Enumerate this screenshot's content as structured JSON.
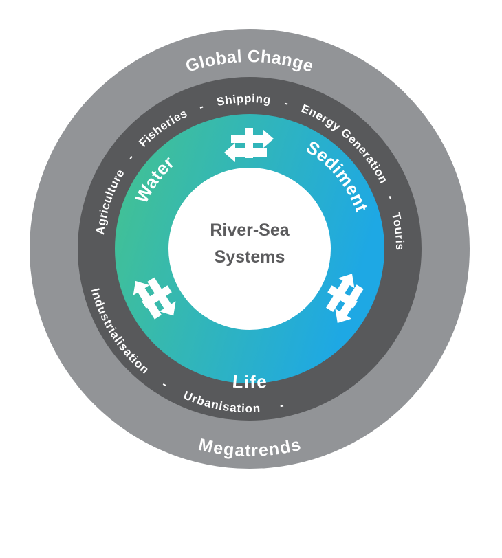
{
  "outer_ring": {
    "top_label": "Global Change",
    "bottom_label": "Megatrends"
  },
  "middle_ring": {
    "top_text": [
      "Agriculture",
      "-",
      "Fisheries",
      "-",
      "Shipping",
      "-",
      "Energy Generation",
      "-",
      "Tourism"
    ],
    "bottom_text": [
      "Industrialisation",
      "-",
      "Urbanisation",
      "-"
    ]
  },
  "inner_ring": {
    "segments": [
      "Water",
      "Sediment",
      "Life"
    ]
  },
  "center": {
    "line1": "River-Sea",
    "line2": "Systems"
  },
  "colors": {
    "outer_ring": "#929497",
    "middle_ring": "#58595b",
    "gradient_start": "#45c38e",
    "gradient_end": "#1ea8e4",
    "center_text": "#5b5b5d"
  }
}
